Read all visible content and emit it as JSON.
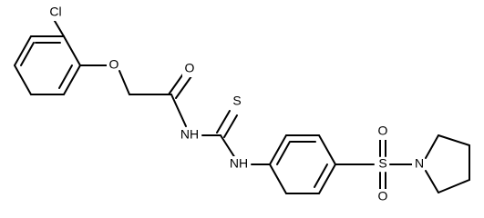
{
  "diagram": {
    "type": "chemical-structure",
    "labels": {
      "chlorine": "Cl",
      "ether_oxygen": "O",
      "carbonyl_oxygen": "O",
      "amide_nitrogen": "NH",
      "thione_sulfur": "S",
      "aniline_nitrogen": "NH",
      "sulfonyl_sulfur": "S",
      "sulfonyl_oxygen_top": "O",
      "sulfonyl_oxygen_bottom": "O",
      "pyrrolidine_nitrogen": "N"
    }
  },
  "colors": {
    "bond": "#000000",
    "text": "#000000",
    "background": "#ffffff"
  }
}
